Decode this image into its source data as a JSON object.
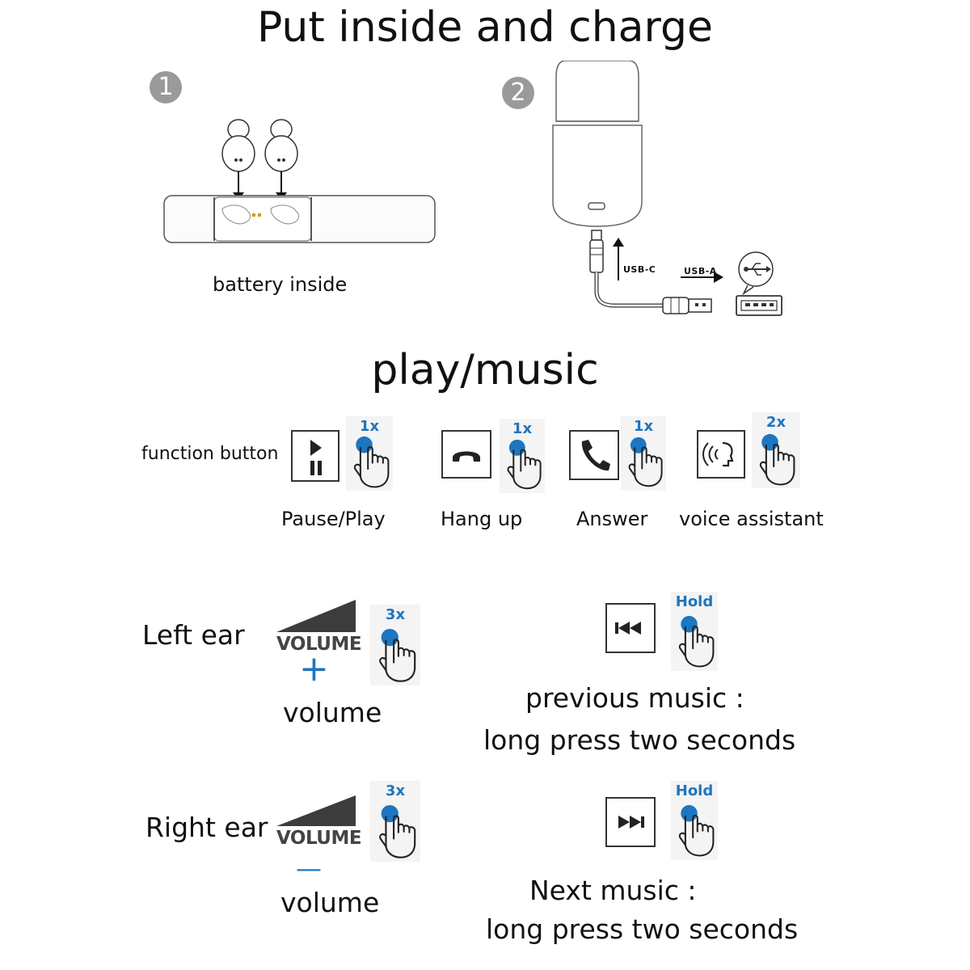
{
  "header": {
    "title": "Put inside and charge"
  },
  "charge": {
    "step1": {
      "number": "1",
      "caption": "battery inside"
    },
    "step2": {
      "number": "2",
      "usb_c_label": "USB-C",
      "usb_a_label": "USB-A"
    }
  },
  "play_section": {
    "title": "play/music",
    "function_label": "function button",
    "controls": [
      {
        "label": "Pause/Play",
        "tap": "1x"
      },
      {
        "label": "Hang up",
        "tap": "1x"
      },
      {
        "label": "Answer",
        "tap": "1x"
      },
      {
        "label": "voice assistant",
        "tap": "2x"
      }
    ]
  },
  "left_ear": {
    "label": "Left ear",
    "volume_word": "VOLUME",
    "sign": "+",
    "caption": "volume",
    "tap": "3x",
    "hold_label": "Hold",
    "track_line1": "previous music :",
    "track_line2": "long press two seconds"
  },
  "right_ear": {
    "label": "Right ear",
    "volume_word": "VOLUME",
    "sign": "—",
    "caption": "volume",
    "tap": "3x",
    "hold_label": "Hold",
    "track_line1": "Next music :",
    "track_line2": "long press two seconds"
  },
  "colors": {
    "accent": "#1d76bf",
    "step_badge": "#9a9a9a",
    "ink": "#111111"
  }
}
